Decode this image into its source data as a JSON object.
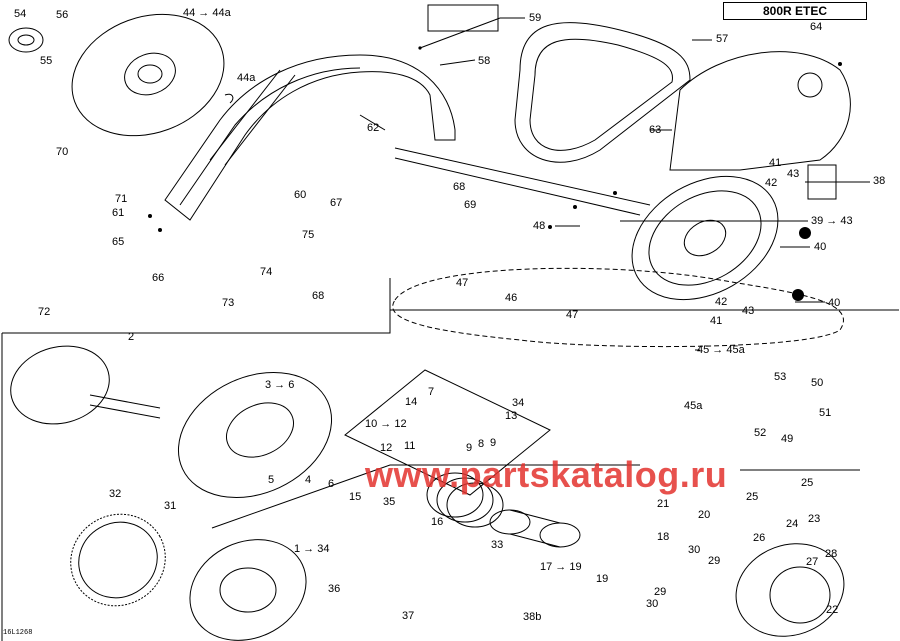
{
  "model": "800R ETEC",
  "watermark": "www.partskatalog.ru",
  "diagram_code": "16L1268",
  "callouts": {
    "c54": "54",
    "c56": "56",
    "c55": "55",
    "c44": "44 → 44a",
    "c44a": "44a",
    "c59": "59",
    "c58": "58",
    "c57": "57",
    "c64": "64",
    "c63": "63",
    "c62": "62",
    "c70": "70",
    "c71": "71",
    "c61": "61",
    "c65": "65",
    "c66": "66",
    "c72": "72",
    "c73": "73",
    "c74": "74",
    "c75": "75",
    "c60": "60",
    "c67": "67",
    "c68a": "68",
    "c68b": "68",
    "c69": "69",
    "c48": "48",
    "c41a": "41",
    "c43a": "43",
    "c42a": "42",
    "c38": "38",
    "c39": "39 → 43",
    "c40a": "40",
    "c40b": "40",
    "c42b": "42",
    "c43b": "43",
    "c41b": "41",
    "c47a": "47",
    "c46": "46",
    "c47b": "47",
    "c45": "45 → 45a",
    "c45a": "45a",
    "c53": "53",
    "c50": "50",
    "c51": "51",
    "c52": "52",
    "c49": "49",
    "c2": "2",
    "c3": "3 → 6",
    "c7": "7",
    "c14": "14",
    "c34a": "34",
    "c13": "13",
    "c10": "10 → 12",
    "c8": "8",
    "c9a": "9",
    "c9b": "9",
    "c12": "12",
    "c11": "11",
    "c5": "5",
    "c4": "4",
    "c6": "6",
    "c15": "15",
    "c35": "35",
    "c16": "16",
    "c32": "32",
    "c31": "31",
    "c33": "33",
    "c1": "1 → 34",
    "c36": "36",
    "c37": "37",
    "c38b": "38b",
    "c17": "17 → 19",
    "c18": "18",
    "c19": "19",
    "c21": "21",
    "c20": "20",
    "c25a": "25",
    "c25b": "25",
    "c24": "24",
    "c23": "23",
    "c26": "26",
    "c30a": "30",
    "c29a": "29",
    "c27": "27",
    "c28": "28",
    "c29b": "29",
    "c30b": "30",
    "c22": "22"
  }
}
